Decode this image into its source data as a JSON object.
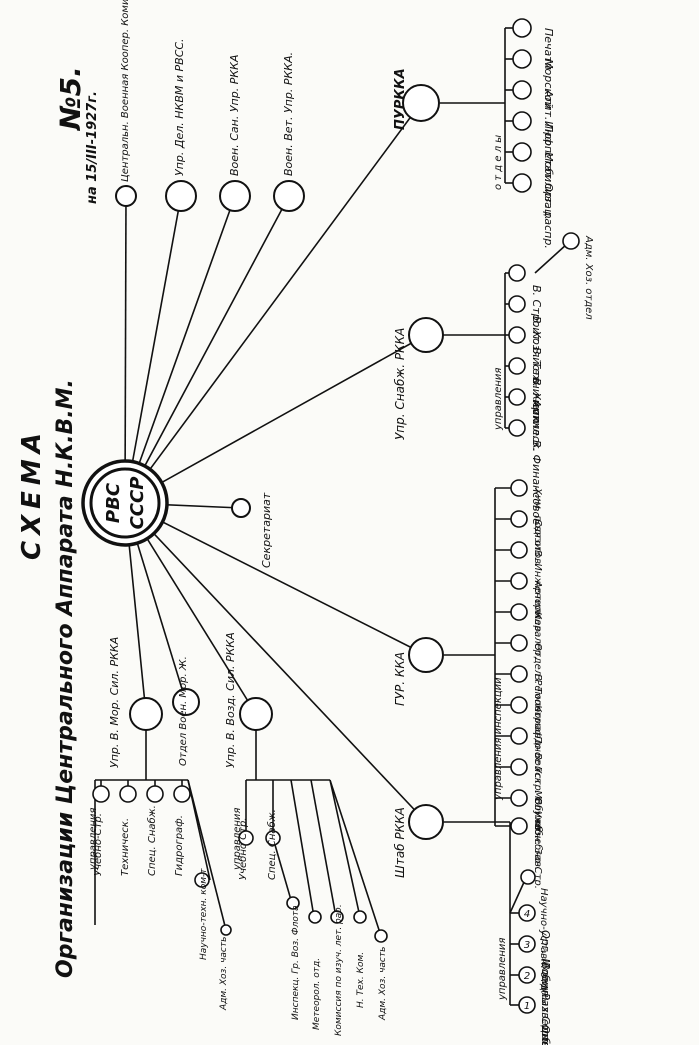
{
  "header": {
    "number": "№5.",
    "line1": "СХЕМА",
    "line2": "Организации Центрального Аппарата Н.К.В.М.",
    "date": "на 15/III-1927г."
  },
  "center": {
    "line1": "РВС",
    "line2": "СССР"
  },
  "secretariat": "Секретариат",
  "top_units": [
    {
      "id": "t1",
      "label": "Центральн. Военная Коопер. Комиссия"
    },
    {
      "id": "t2",
      "label": "Упр. Дел. НКВМ и РВСС."
    },
    {
      "id": "t3",
      "label": "Воен. Сан. Упр. РККА"
    },
    {
      "id": "t4",
      "label": "Воен. Вет. Упр. РККА."
    }
  ],
  "purkka": {
    "label": "ПУРККА",
    "group_label": "о т д е л ы",
    "items": [
      "Орг. распр.",
      "Мобилизац.",
      "Инф. стат.",
      "Агит. Проп.",
      "Морской",
      "Печати"
    ]
  },
  "supply": {
    "label": "Упр. Снабж. РККА",
    "group_label": "управления",
    "items": [
      "В. Финансовое",
      "Артил.",
      "В. Химическ.",
      "В. Техническ.",
      "В. Хозяйств.",
      "В. Строит."
    ],
    "extra": "Адм. Хоз. отдел"
  },
  "gur": {
    "label": "ГУР. ККА",
    "group_label": "управления   инспекции",
    "items": [
      "Учебно-Стр.",
      "В. Учебн. Зав.",
      "Устр. Служб.",
      "По Войск. Мобилиз.",
      "Командное",
      "В. Топограф.",
      "Отдел Ремонт.",
      "Кавалер.",
      "Артиллер.",
      "В. Инженерн.",
      "Связи",
      "Хим. подготов."
    ]
  },
  "staff": {
    "label": "Штаб РККА",
    "group_label": "управления",
    "items": [
      "Оперативн.",
      "Разведыват.",
      "Военных Сообщ.",
      "Орг. Мобил."
    ],
    "numbers": [
      "1",
      "2",
      "3",
      "4"
    ],
    "extra": "Научно-уставн. отд."
  },
  "navy": {
    "label": "Упр. В. Мор. Сил. РККА",
    "group_label": "управления",
    "items": [
      "Учебно-Стр.",
      "Техническ.",
      "Спец. Снабж.",
      "Гидрограф."
    ],
    "extra1": "Научно-техн. ком-т",
    "extra2": "Адм. Хоз. часть"
  },
  "naval_dept": "Отдел Воен. Мор. Ж.",
  "air": {
    "label": "Упр. В. Возд. Сил. РККА",
    "group_label": "управления",
    "items": [
      "Учебно Стр.",
      "Спец. Снабж."
    ],
    "extra": [
      "Инспекц. Гр. Воз. Флота",
      "Метеорол. отд.",
      "Комиссия по изуч. лет. раб.",
      "Н. Тех. Ком.",
      "Адм. Хоз. часть"
    ]
  }
}
